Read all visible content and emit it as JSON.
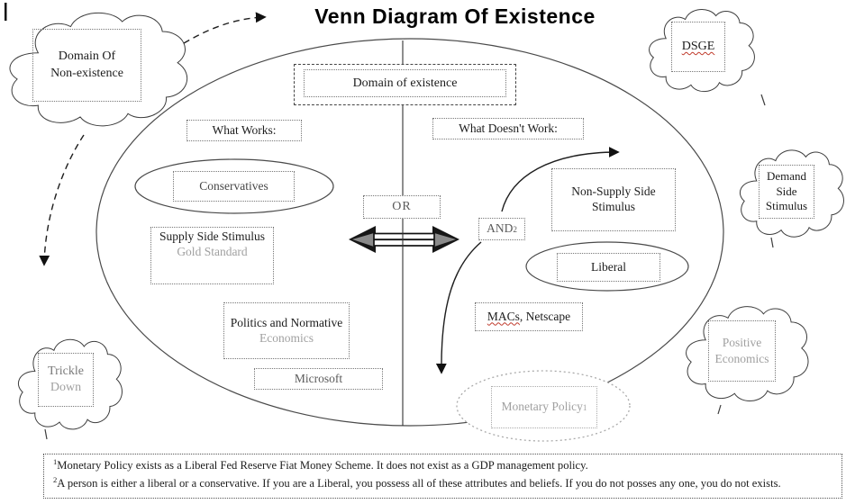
{
  "title": "Venn Diagram Of Existence",
  "boxes": {
    "domain_existence": "Domain of existence",
    "what_works": "What Works:",
    "what_doesnt": "What Doesn't Work:",
    "conservatives": "Conservatives",
    "supply1": "Supply Side Stimulus",
    "supply2": "Gold Standard",
    "politics1": "Politics and Normative",
    "politics2": "Economics",
    "microsoft": "Microsoft",
    "or": "OR",
    "and": "AND",
    "and_sup": "2",
    "nss1": "Non-Supply Side",
    "nss2": "Stimulus",
    "liberal": "Liberal",
    "macs_word": "MACs",
    "macs_rest": ", Netscape",
    "monetary": "Monetary Policy",
    "monetary_sup": "1"
  },
  "clouds": {
    "nonexist1": "Domain Of",
    "nonexist2": "Non-existence",
    "dsge": "DSGE",
    "demand1": "Demand",
    "demand2": "Side",
    "demand3": "Stimulus",
    "positive1": "Positive",
    "positive2": "Economics",
    "trickle1": "Trickle",
    "trickle2": "Down"
  },
  "footnotes": {
    "f1_sup": "1",
    "f1_text": "Monetary Policy exists as a Liberal Fed Reserve Fiat Money Scheme.  It does not exist as a GDP management policy.",
    "f2_sup": "2",
    "f2_text": "A person is either a liberal or a conservative.  If you are a Liberal, you possess all of these attributes and beliefs. If you do not posses any one, you do not exists."
  },
  "colors": {
    "ink": "#1c1c1c",
    "muted_gray": "#a0a0a0",
    "mid_gray": "#5a5a5a",
    "squiggle_red": "#c03a2b"
  }
}
